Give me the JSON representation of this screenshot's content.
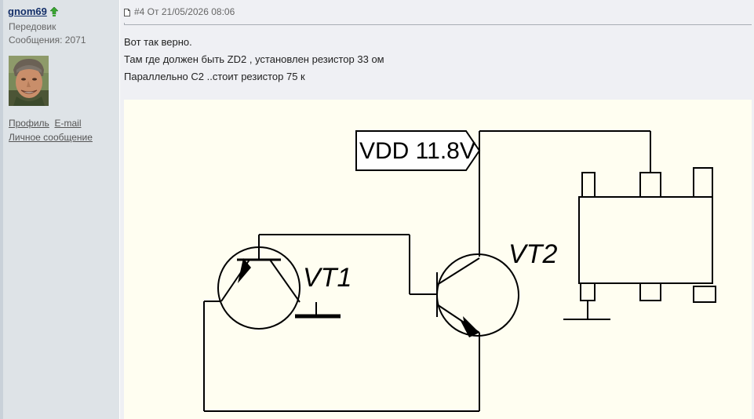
{
  "author": {
    "username": "gnom69",
    "rank": "Передовик",
    "posts_label": "Сообщения: 2071",
    "links": {
      "profile": "Профиль",
      "email": "E-mail",
      "pm": "Личное сообщение"
    }
  },
  "post": {
    "header": "#4 От 21/05/2026 08:06",
    "lines": [
      "Вот так верно.",
      "Там где должен быть ZD2 , установлен резистор 33 ом",
      "Параллельно С2 ..стоит резистор 75 к"
    ]
  },
  "schematic": {
    "vdd_label": "VDD 11.8V",
    "vt1_label": "VT1",
    "vt2_label": "VT2"
  },
  "colors": {
    "sidebar_bg": "#dee3e7",
    "post_bg": "#eff0f4",
    "username": "#15306a",
    "image_bg": "#fffef1"
  },
  "icons": {
    "online": "green-arrow-up-icon",
    "post": "document-icon"
  }
}
